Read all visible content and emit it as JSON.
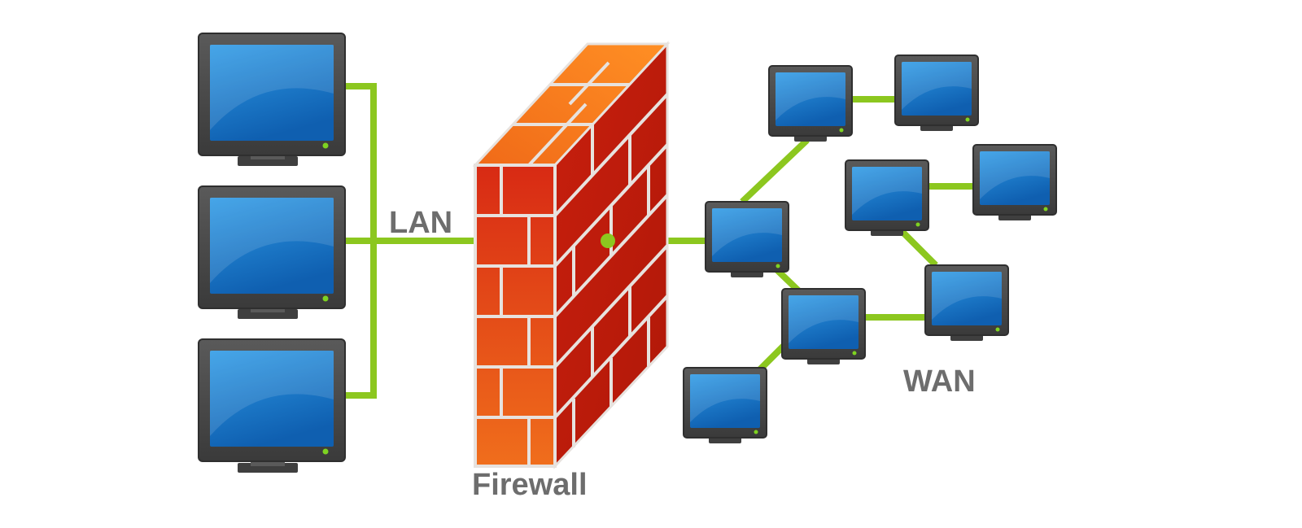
{
  "labels": {
    "lan": "LAN",
    "firewall": "Firewall",
    "wan": "WAN"
  },
  "colors": {
    "link": "#8cc71f",
    "screen": "#1f86d6",
    "bezel": "#4a4a4a",
    "brick": "#e0341a",
    "mortar": "#e7e2de",
    "label": "#6d6d6d",
    "power_led": "#7ed321"
  },
  "icons": [
    "monitor-icon",
    "brick-wall-icon"
  ]
}
